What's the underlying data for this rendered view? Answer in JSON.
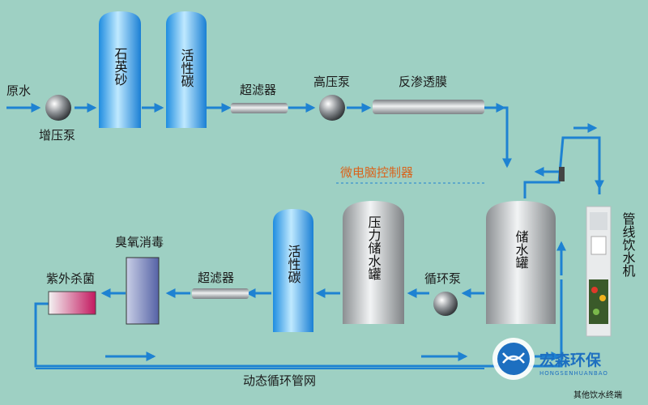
{
  "labels": {
    "raw_water": "原水",
    "booster_pump": "增压泵",
    "quartz_sand": "石英砂",
    "activated_carbon_1": "活性碳",
    "ultrafilter_1": "超滤器",
    "high_pressure_pump": "高压泵",
    "ro_membrane": "反渗透膜",
    "micro_controller": "微电脑控制器",
    "storage_tank": "储水罐",
    "pipeline_dispenser": "管线饮水机",
    "circulation_pump": "循环泵",
    "pressure_tank": "压力储水罐",
    "activated_carbon_2": "活性碳",
    "ultrafilter_2": "超滤器",
    "ozone": "臭氧消毒",
    "uv_sterilizer": "紫外杀菌",
    "loop_network": "动态循环管网",
    "other_terminals": "其他饮水终端"
  },
  "logo": {
    "name": "宏森环保",
    "sub": "HONGSENHUANBAO"
  },
  "colors": {
    "background": "#9ed0c3",
    "pipe": "#1e82d2",
    "arrow": "#1e82d2",
    "label_accent": "#d9641c",
    "logo": "#1d6fc0"
  }
}
